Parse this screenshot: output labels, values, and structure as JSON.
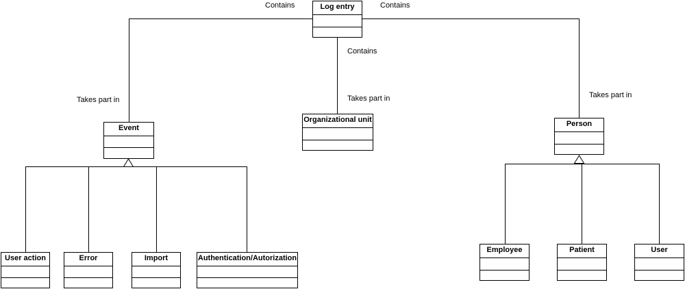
{
  "classes": {
    "log_entry": "Log entry",
    "event": "Event",
    "org_unit": "Organizational unit",
    "person": "Person",
    "user_action": "User action",
    "error": "Error",
    "import": "Import",
    "auth": "Authentication/Autorization",
    "employee": "Employee",
    "patient": "Patient",
    "user": "User"
  },
  "labels": {
    "contains_left": "Contains",
    "contains_right": "Contains",
    "contains_mid": "Contains",
    "takes_part_left": "Takes part in",
    "takes_part_mid": "Takes part in",
    "takes_part_right": "Takes part in"
  }
}
